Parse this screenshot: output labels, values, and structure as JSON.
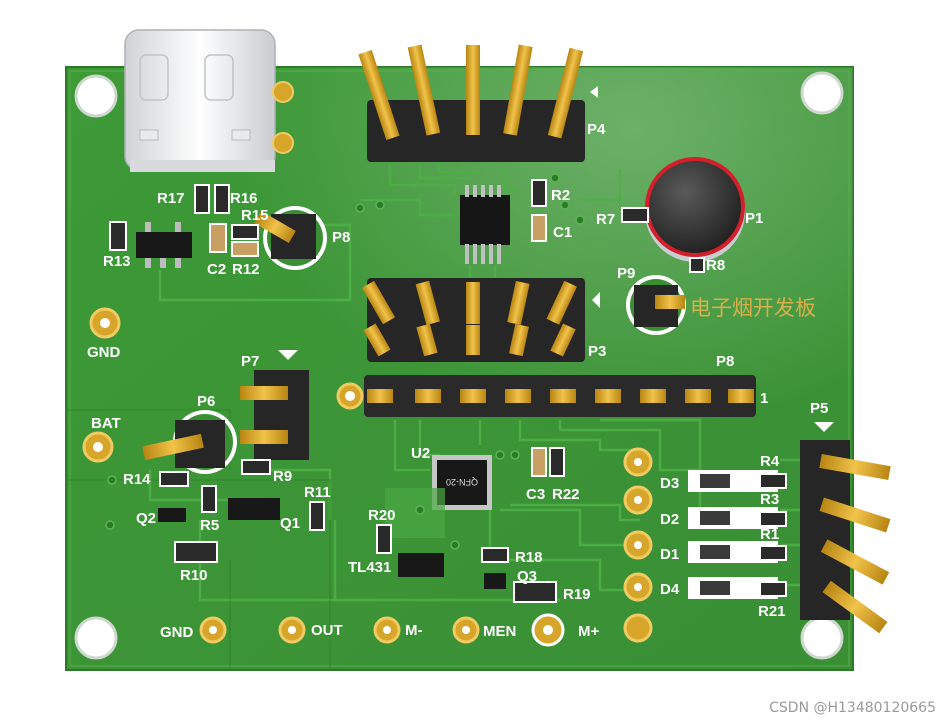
{
  "board": {
    "title_cn": "电子烟开发板",
    "colors": {
      "pcb": "#3f9a3a",
      "pcb_dark": "#2e7a2c",
      "trace": "#4bab43",
      "gold": "#d9a31e",
      "silk": "#ffffff"
    }
  },
  "labels": {
    "p4": "P4",
    "p3": "P3",
    "p8a": "P8",
    "p8b": "P8",
    "p9": "P9",
    "p1": "P1",
    "p7": "P7",
    "p6": "P6",
    "p5": "P5",
    "r17": "R17",
    "r16": "R16",
    "r15": "R15",
    "r13": "R13",
    "c2": "C2",
    "r12": "R12",
    "r2": "R2",
    "c1": "C1",
    "r7": "R7",
    "r8": "R8",
    "u2": "U2",
    "qfn": "QFN-20",
    "c3": "C3",
    "r22": "R22",
    "r14": "R14",
    "r9": "R9",
    "q2": "Q2",
    "r5": "R5",
    "q1": "Q1",
    "r11": "R11",
    "r10": "R10",
    "r20": "R20",
    "tl431": "TL431",
    "r18": "R18",
    "q3": "Q3",
    "r19": "R19",
    "d3": "D3",
    "d2": "D2",
    "d1": "D1",
    "d4": "D4",
    "r4": "R4",
    "r3": "R3",
    "r1": "R1",
    "r21": "R21",
    "gnd_top": "GND",
    "bat": "BAT",
    "gnd_bottom": "GND",
    "out": "OUT",
    "m_minus": "M-",
    "men": "MEN",
    "m_plus": "M+",
    "pin1": "1"
  },
  "watermark": "CSDN @H13480120665"
}
